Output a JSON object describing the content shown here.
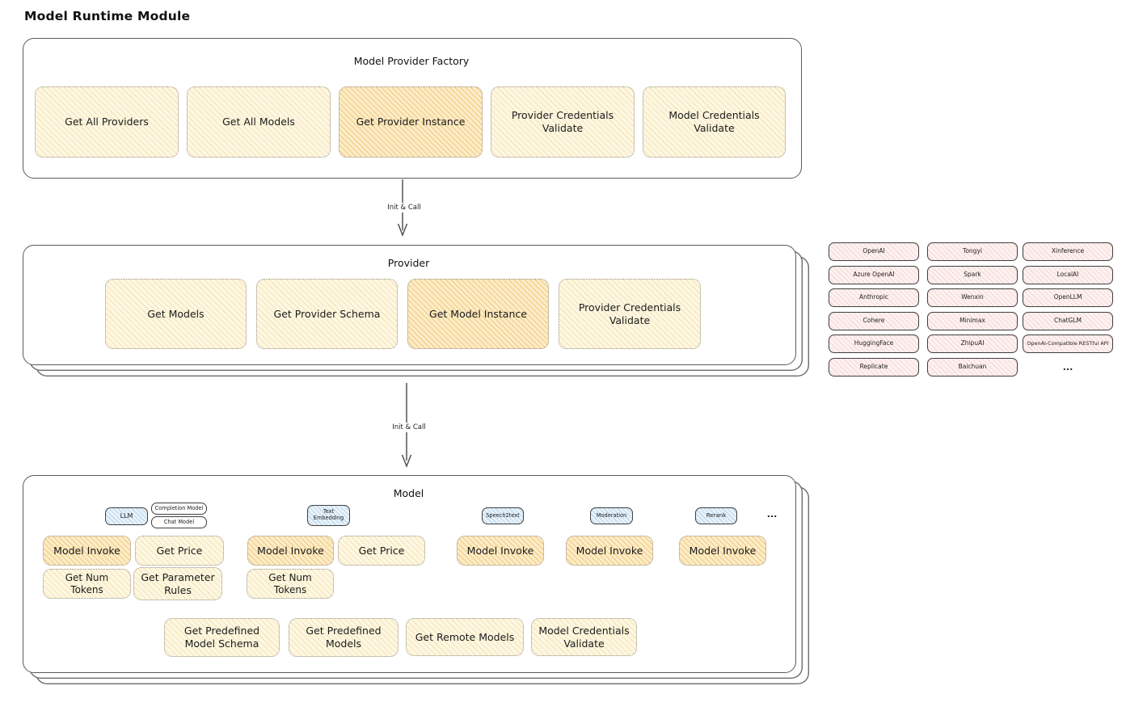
{
  "title": "Model Runtime Module",
  "colors": {
    "yellow_fill": "#FDF8E4",
    "yellow_hatch": "#E9C46A",
    "orange_fill": "#FBEDC9",
    "orange_hatch": "#EEA63C",
    "pink_fill": "#FDF2F1",
    "pink_hatch": "#E07A6D",
    "blue_fill": "#E9F3FA",
    "blue_hatch": "#609DD1",
    "outline": "#5B5B5B"
  },
  "factory": {
    "title": "Model Provider Factory",
    "items": [
      {
        "label": "Get All Providers",
        "highlighted": false
      },
      {
        "label": "Get All Models",
        "highlighted": false
      },
      {
        "label": "Get Provider Instance",
        "highlighted": true
      },
      {
        "label": "Provider Credentials Validate",
        "highlighted": false
      },
      {
        "label": "Model Credentials Validate",
        "highlighted": false
      }
    ]
  },
  "arrow_top": {
    "label": "Init & Call"
  },
  "arrow_bottom": {
    "label": "Init & Call"
  },
  "provider": {
    "title": "Provider",
    "items": [
      {
        "label": "Get Models",
        "highlighted": false
      },
      {
        "label": "Get Provider Schema",
        "highlighted": false
      },
      {
        "label": "Get Model Instance",
        "highlighted": true
      },
      {
        "label": "Provider Credentials Validate",
        "highlighted": false
      }
    ]
  },
  "provider_list": {
    "col1": [
      "OpenAI",
      "Azure OpenAI",
      "Anthropic",
      "Cohere",
      "HuggingFace",
      "Replicate"
    ],
    "col2": [
      "Tongyi",
      "Spark",
      "Wenxin",
      "Minimax",
      "ZhipuAI",
      "Baichuan"
    ],
    "col3": [
      "Xinference",
      "LocalAI",
      "OpenLLM",
      "ChatGLM",
      "OpenAI-Compatible RESTful API"
    ],
    "more": "..."
  },
  "model": {
    "title": "Model",
    "tabs": [
      {
        "label": "LLM"
      },
      {
        "label": "Completion Model"
      },
      {
        "label": "Chat Model"
      },
      {
        "label": "Text Embedding"
      },
      {
        "label": "Speech2text"
      },
      {
        "label": "Moderation"
      },
      {
        "label": "Rerank"
      }
    ],
    "tabs_more": "...",
    "llm_ops": [
      {
        "label": "Model Invoke",
        "highlighted": true
      },
      {
        "label": "Get Price",
        "highlighted": false
      },
      {
        "label": "Get Num Tokens",
        "highlighted": false
      },
      {
        "label": "Get Parameter Rules",
        "highlighted": false
      }
    ],
    "text_embedding_ops": [
      {
        "label": "Model Invoke",
        "highlighted": true
      },
      {
        "label": "Get Price",
        "highlighted": false
      },
      {
        "label": "Get Num Tokens",
        "highlighted": false
      }
    ],
    "speech2text_ops": [
      {
        "label": "Model Invoke",
        "highlighted": true
      }
    ],
    "moderation_ops": [
      {
        "label": "Model Invoke",
        "highlighted": true
      }
    ],
    "rerank_ops": [
      {
        "label": "Model Invoke",
        "highlighted": true
      }
    ],
    "shared_ops": [
      {
        "label": "Get Predefined Model Schema"
      },
      {
        "label": "Get Predefined Models"
      },
      {
        "label": "Get Remote Models"
      },
      {
        "label": "Model Credentials Validate"
      }
    ]
  }
}
